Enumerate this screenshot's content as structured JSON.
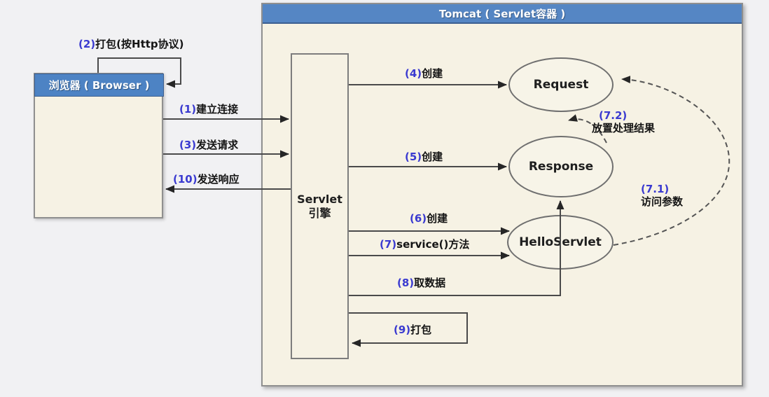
{
  "tomcat": {
    "title": "Tomcat ( Servlet容器 )"
  },
  "browser": {
    "title": "浏览器 ( Browser )"
  },
  "engine": {
    "line1": "Servlet",
    "line2": "引擎"
  },
  "nodes": {
    "request": "Request",
    "response": "Response",
    "helloservlet": "HelloServlet"
  },
  "labels": {
    "l1": {
      "num": "(1)",
      "text": "建立连接"
    },
    "l2": {
      "num": "(2)",
      "text": "打包(按Http协议)"
    },
    "l3": {
      "num": "(3)",
      "text": "发送请求"
    },
    "l4": {
      "num": "(4)",
      "text": "创建"
    },
    "l5": {
      "num": "(5)",
      "text": "创建"
    },
    "l6": {
      "num": "(6)",
      "text": "创建"
    },
    "l7": {
      "num": "(7)",
      "text": "service()方法"
    },
    "l8": {
      "num": "(8)",
      "text": "取数据"
    },
    "l9": {
      "num": "(9)",
      "text": "打包"
    },
    "l10": {
      "num": "(10)",
      "text": "发送响应"
    },
    "l71": {
      "num": "(7.1)",
      "text": "访问参数"
    },
    "l72": {
      "num": "(7.2)",
      "text": "放置处理结果"
    }
  },
  "colors": {
    "title_bar_blue": "#5586c4",
    "browser_header_blue": "#4d83c4",
    "panel_cream": "#f6f2e4",
    "border_gray": "#8f8f8f",
    "label_number_blue": "#3a3ad0",
    "arrow_dark": "#3f3f3f",
    "page_background": "#f1f1f3"
  }
}
